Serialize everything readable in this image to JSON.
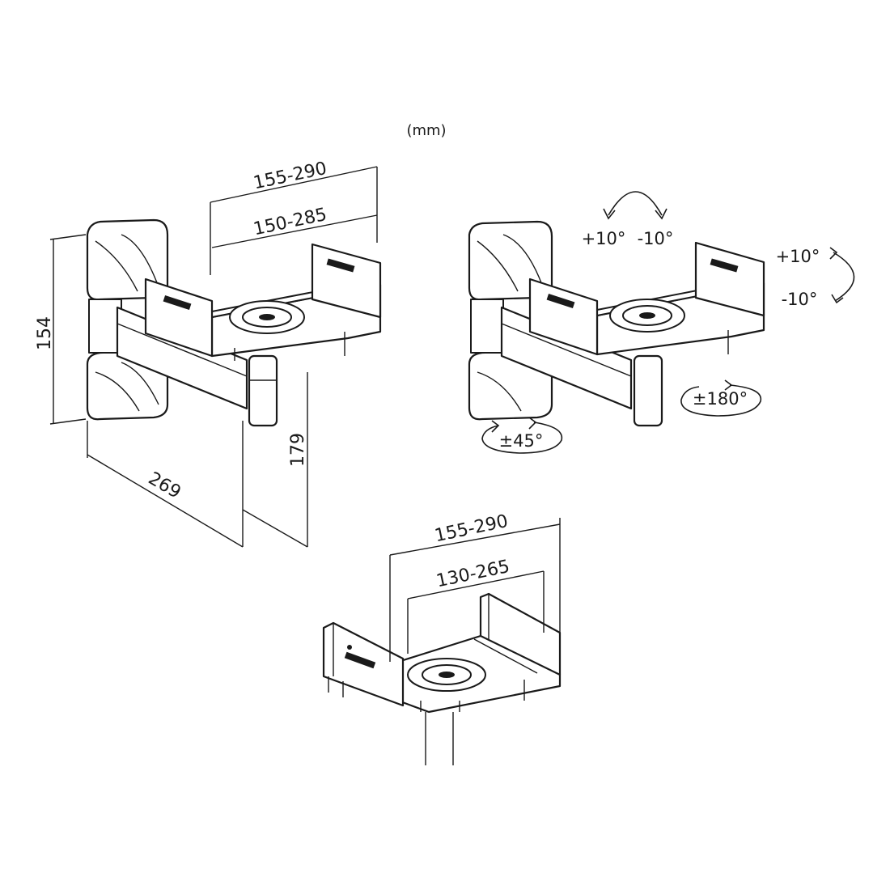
{
  "unit_label": "(mm)",
  "view_left": {
    "dim_outer_width": "155-290",
    "dim_inner_width": "150-285",
    "dim_height": "154",
    "dim_depth": "269",
    "dim_drop": "179"
  },
  "view_right": {
    "tilt_plus": "+10°",
    "tilt_minus": "-10°",
    "side_plus": "+10°",
    "side_minus": "-10°",
    "swivel_plate": "±180°",
    "swivel_arm": "±45°"
  },
  "view_bottom": {
    "dim_outer_width": "155-290",
    "dim_inner_width": "130-265"
  },
  "colors": {
    "line": "#1a1a1a",
    "background": "#ffffff"
  }
}
